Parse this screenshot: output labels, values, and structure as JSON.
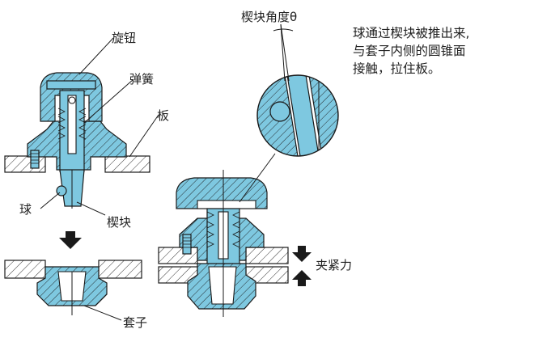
{
  "labels": {
    "knob": "旋钮",
    "spring": "弹簧",
    "plate": "板",
    "ball": "球",
    "wedge": "楔块",
    "sleeve": "套子",
    "wedge_angle": "楔块角度θ",
    "clamp_force": "夹紧力"
  },
  "description": {
    "lines": [
      "球通过楔块被推出来,",
      "与套子内侧的圆锥面",
      "接触，拉住板。"
    ]
  },
  "colors": {
    "part_fill": "#7ec8e0",
    "outline": "#1a1a1a",
    "arrow": "#1a1a1a"
  }
}
